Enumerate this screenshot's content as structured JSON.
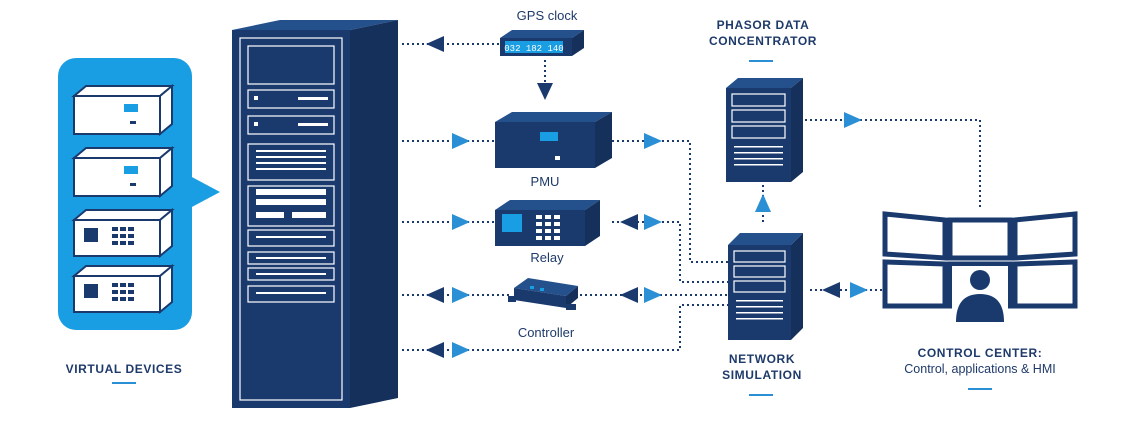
{
  "colors": {
    "navy": "#1a3a6e",
    "blue": "#2a8fd4",
    "light_blue": "#1a9ee3",
    "white": "#ffffff"
  },
  "labels": {
    "gps_clock": "GPS clock",
    "gps_display": "032 182 140",
    "pmu": "PMU",
    "relay": "Relay",
    "controller": "Controller",
    "phasor_line1": "PHASOR DATA",
    "phasor_line2": "CONCENTRATOR",
    "virtual_devices": "VIRTUAL DEVICES",
    "network_line1": "NETWORK",
    "network_line2": "SIMULATION",
    "control_center_title": "CONTROL CENTER:",
    "control_center_sub": "Control, applications & HMI"
  },
  "icons": [
    "server-rack-icon",
    "gps-clock-icon",
    "pmu-device-icon",
    "relay-device-icon",
    "controller-device-icon",
    "tower-server-icon",
    "video-wall-icon",
    "user-icon"
  ]
}
